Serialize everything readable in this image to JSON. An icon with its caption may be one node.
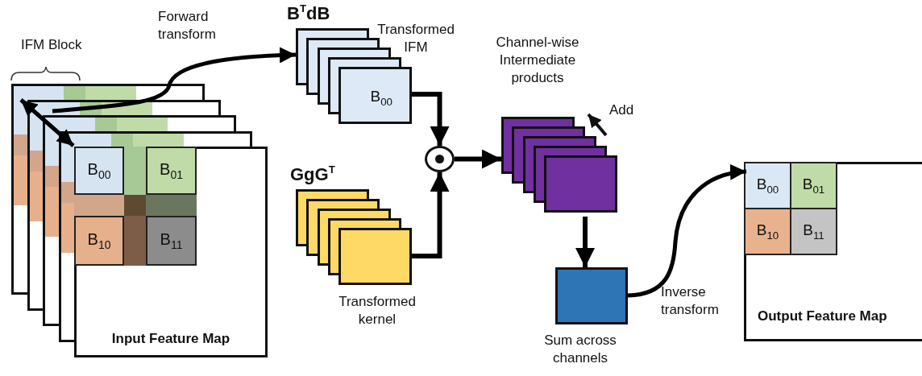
{
  "diagram": {
    "nodes": [
      {
        "text": [
          "Input Feature Map"
        ]
      },
      {
        "text": [
          "B$_{00}$"
        ],
        "in": 0
      },
      {
        "text": [
          "B$_{01}$"
        ],
        "in": 0
      },
      {
        "text": [
          "B$_{10}$"
        ],
        "in": 0
      },
      {
        "text": [
          "B$_{11}$"
        ],
        "in": 0
      },
      {
        "text": [
          "B$_{00}$"
        ],
        "beside": [
          "B$^{T}$dB",
          "Transformed IFM"
        ]
      },
      {
        "text": [],
        "shape": "box",
        "beside": [
          "GgG$^{T}$",
          "Transformed kernel"
        ]
      },
      {
        "text": [],
        "shape": "circle"
      },
      {
        "text": [],
        "shape": "box",
        "beside": [
          "Channel-wise Intermediate products"
        ]
      },
      {
        "text": [],
        "shape": "box",
        "beside": [
          "Sum across channels"
        ]
      },
      {
        "text": [
          "Output Feature Map"
        ]
      },
      {
        "text": [
          "B$_{00}$"
        ],
        "in": 10
      },
      {
        "text": [
          "B$_{01}$"
        ],
        "in": 10
      },
      {
        "text": [
          "B$_{10}$"
        ],
        "in": 10
      },
      {
        "text": [
          "B$_{11}$"
        ],
        "in": 10
      }
    ],
    "edges": [
      {
        "from": 0,
        "to": 5,
        "arrow": "to",
        "label": "Forward transform"
      },
      {
        "from": 5,
        "to": 7,
        "arrow": "to"
      },
      {
        "from": 6,
        "to": 7,
        "arrow": "to"
      },
      {
        "from": 7,
        "to": 8,
        "arrow": "to"
      },
      {
        "from": 8,
        "to": 9,
        "arrow": "to"
      },
      {
        "from": 9,
        "to": 11,
        "arrow": "to",
        "label": "Inverse transform"
      },
      {
        "from": 0,
        "to": 1,
        "arrow": "both"
      }
    ],
    "labels": [
      "IFM Block",
      "Add"
    ]
  }
}
